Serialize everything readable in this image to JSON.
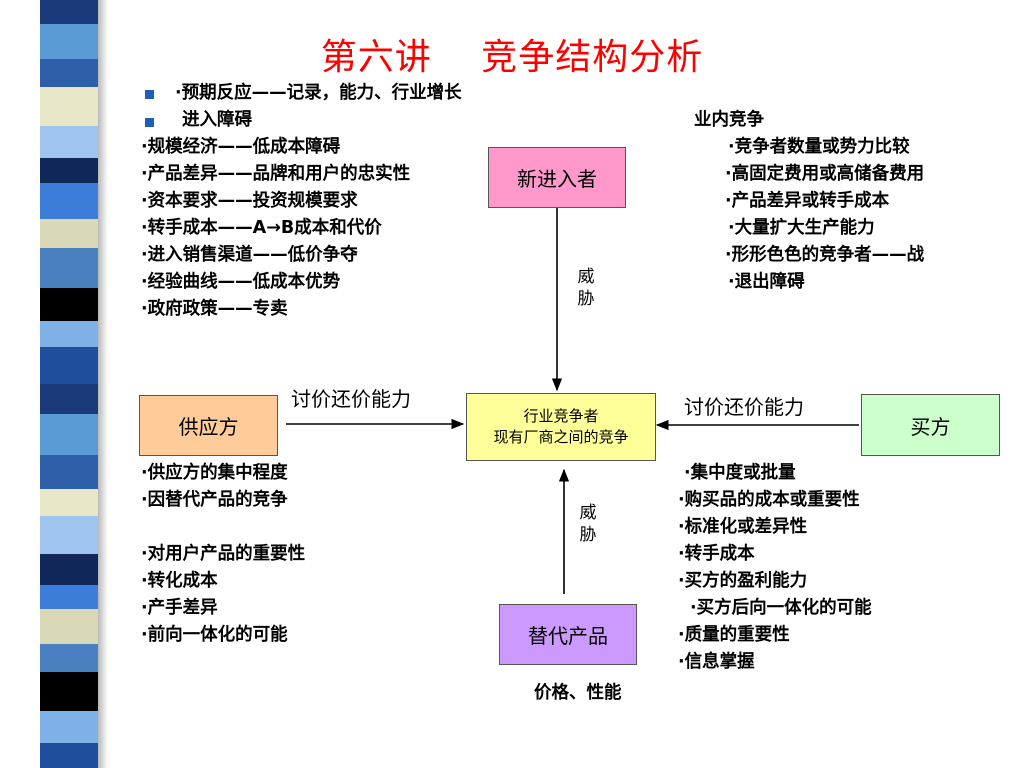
{
  "title": "第六讲　 竞争结构分析",
  "colors": {
    "title": "#ff0000",
    "entrant_fill": "#ff99cc",
    "supplier_fill": "#ffcc99",
    "center_fill": "#ffff99",
    "buyer_fill": "#ccffcc",
    "substitute_fill": "#cc99ff",
    "bullet": "#1f5dbb"
  },
  "top_bullets": [
    "·预期反应——记录，能力、行业增长",
    "进入障碍"
  ],
  "entry_barriers": [
    "·规模经济——低成本障碍",
    "·产品差异——品牌和用户的忠实性",
    "·资本要求——投资规模要求",
    "·转手成本——A→B成本和代价",
    "·进入销售渠道——低价争夺",
    "·经验曲线——低成本优势",
    "·政府政策——专卖"
  ],
  "rivalry": {
    "heading": "业内竞争",
    "items": [
      "·竞争者数量或势力比较",
      "·高固定费用或高储备费用",
      "·产品差异或转手成本",
      "·大量扩大生产能力",
      "·形形色色的竞争者——战",
      "·退出障碍"
    ]
  },
  "boxes": {
    "new_entrants": "新进入者",
    "suppliers": "供应方",
    "industry_line1": "行业竞争者",
    "industry_line2": "现有厂商之间的竞争",
    "buyers": "买方",
    "substitutes": "替代产品"
  },
  "arrow_labels": {
    "threat_top_1": "威",
    "threat_top_2": "胁",
    "threat_bottom_1": "威",
    "threat_bottom_2": "胁",
    "supplier_power": "讨价还价能力",
    "buyer_power": "讨价还价能力"
  },
  "supplier_factors": [
    "·供应方的集中程度",
    "·因替代产品的竞争",
    "·对用户产品的重要性",
    "·转化成本",
    "·产手差异",
    "·前向一体化的可能"
  ],
  "buyer_factors": [
    "·集中度或批量",
    "·购买品的成本或重要性",
    "·标准化或差异性",
    "·转手成本",
    "·买方的盈利能力",
    "·买方后向一体化的可能",
    "·质量的重要性",
    "·信息掌握"
  ],
  "substitute_note": "价格、性能"
}
